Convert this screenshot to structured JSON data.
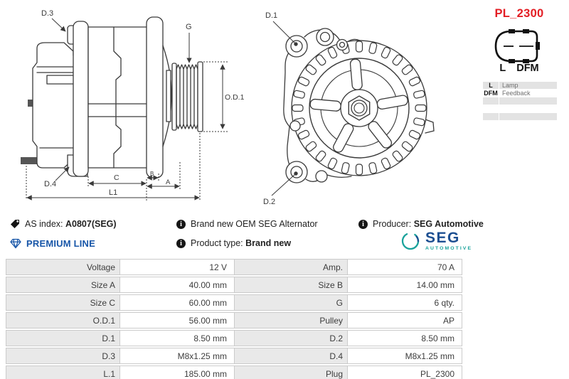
{
  "header": {
    "plug_code": "PL_2300"
  },
  "connector": {
    "pin_labels": [
      "L",
      "DFM"
    ],
    "legend_rows": [
      {
        "pin": "L",
        "desc": "Lamp"
      },
      {
        "pin": "DFM",
        "desc": "Feedback"
      },
      {
        "pin": "",
        "desc": ""
      },
      {
        "pin": "",
        "desc": ""
      },
      {
        "pin": "",
        "desc": ""
      }
    ]
  },
  "drawings": {
    "side_view": {
      "d3": "D.3",
      "g": "G",
      "od1": "O.D.1",
      "d4": "D.4",
      "c": "C",
      "b": "B",
      "a": "A",
      "l1": "L1"
    },
    "front_view": {
      "d1": "D.1",
      "d2": "D.2"
    }
  },
  "info": {
    "as_index_label": "AS index:",
    "as_index_value": "A0807(SEG)",
    "premium_line": "PREMIUM LINE",
    "description": "Brand new OEM SEG Alternator",
    "product_type_label": "Product type:",
    "product_type_value": "Brand new",
    "producer_label": "Producer:",
    "producer_value": "SEG Automotive",
    "info_glyph": "i",
    "logo_text": "SEG",
    "logo_subtext": "AUTOMOTIVE"
  },
  "spec_table": {
    "rows": [
      {
        "label1": "Voltage",
        "value1": "12 V",
        "label2": "Amp.",
        "value2": "70 A"
      },
      {
        "label1": "Size A",
        "value1": "40.00 mm",
        "label2": "Size B",
        "value2": "14.00 mm"
      },
      {
        "label1": "Size C",
        "value1": "60.00 mm",
        "label2": "G",
        "value2": "6 qty."
      },
      {
        "label1": "O.D.1",
        "value1": "56.00 mm",
        "label2": "Pulley",
        "value2": "AP"
      },
      {
        "label1": "D.1",
        "value1": "8.50 mm",
        "label2": "D.2",
        "value2": "8.50 mm"
      },
      {
        "label1": "D.3",
        "value1": "M8x1.25 mm",
        "label2": "D.4",
        "value2": "M8x1.25 mm"
      },
      {
        "label1": "L.1",
        "value1": "185.00 mm",
        "label2": "Plug",
        "value2": "PL_2300"
      }
    ]
  },
  "colors": {
    "accent_red": "#e31e24",
    "premium_blue": "#1856a8",
    "logo_blue": "#1d4f91",
    "logo_teal": "#19a29b",
    "line_color": "#3a3a3a"
  }
}
